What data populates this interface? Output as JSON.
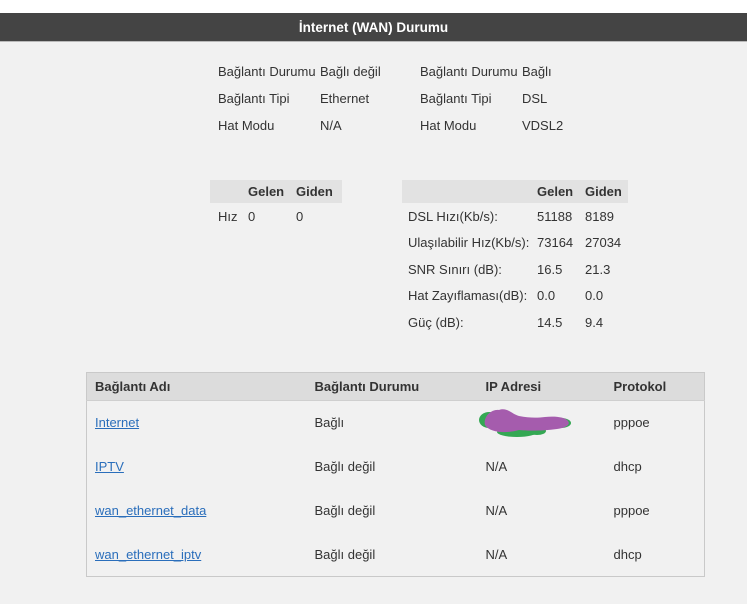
{
  "page": {
    "title": "İnternet (WAN) Durumu"
  },
  "status_blocks": {
    "ethernet": {
      "rows": [
        {
          "label": "Bağlantı Durumu",
          "value": "Bağlı değil"
        },
        {
          "label": "Bağlantı Tipi",
          "value": "Ethernet"
        },
        {
          "label": "Hat Modu",
          "value": "N/A"
        }
      ]
    },
    "dsl": {
      "rows": [
        {
          "label": "Bağlantı Durumu",
          "value": "Bağlı"
        },
        {
          "label": "Bağlantı Tipi",
          "value": "DSL"
        },
        {
          "label": "Hat Modu",
          "value": "VDSL2"
        }
      ]
    }
  },
  "rate_table": {
    "headers": [
      "",
      "Gelen",
      "Giden"
    ],
    "rows": [
      {
        "label": "Hız",
        "gelen": "0",
        "giden": "0"
      }
    ]
  },
  "dsl_table": {
    "headers": [
      "",
      "Gelen",
      "Giden"
    ],
    "rows": [
      {
        "label": "DSL Hızı(Kb/s):",
        "gelen": "51188",
        "giden": "8189"
      },
      {
        "label": "Ulaşılabilir Hız(Kb/s):",
        "gelen": "73164",
        "giden": "27034"
      },
      {
        "label": "SNR Sınırı (dB):",
        "gelen": "16.5",
        "giden": "21.3"
      },
      {
        "label": "Hat Zayıflaması(dB):",
        "gelen": "0.0",
        "giden": "0.0"
      },
      {
        "label": "Güç (dB):",
        "gelen": "14.5",
        "giden": "9.4"
      }
    ]
  },
  "connections_table": {
    "headers": [
      "Bağlantı Adı",
      "Bağlantı Durumu",
      "IP Adresi",
      "Protokol"
    ],
    "rows": [
      {
        "name": "Internet",
        "status": "Bağlı",
        "ip": "",
        "ip_redacted": true,
        "protocol": "pppoe"
      },
      {
        "name": "IPTV",
        "status": "Bağlı değil",
        "ip": "N/A",
        "protocol": "dhcp"
      },
      {
        "name": "wan_ethernet_data",
        "status": "Bağlı değil",
        "ip": "N/A",
        "protocol": "pppoe"
      },
      {
        "name": "wan_ethernet_iptv",
        "status": "Bağlı değil",
        "ip": "N/A",
        "protocol": "dhcp"
      }
    ]
  },
  "colors": {
    "title_bar_bg": "#444444",
    "page_bg": "#f1f1f1",
    "table_header_bg": "#e2e2e2",
    "conn_header_bg": "#dcdcdc",
    "link": "#2a6ebb",
    "redaction_purple": "#a55cad",
    "redaction_green": "#34a853"
  }
}
